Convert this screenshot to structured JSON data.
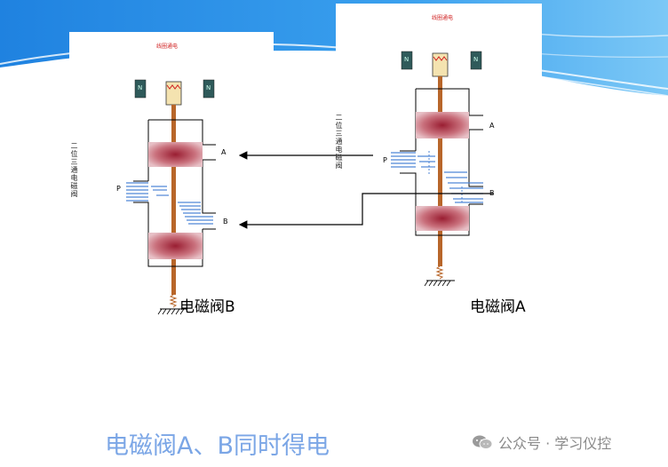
{
  "diagram": {
    "valve_b_label": "电磁阀B",
    "valve_a_label": "电磁阀A",
    "caption": "电磁阀A、B同时得电",
    "side_text": "二位三通电磁阀",
    "small_red_title": "线圈通电",
    "magnet_letter": "N",
    "port_a": "A",
    "port_b": "B",
    "port_p": "P"
  },
  "watermark": {
    "text": "公众号 · 学习仪控"
  },
  "colors": {
    "header_blue": "#2e8fe6",
    "caption_blue": "#7ba6e6",
    "spool_red": "#a8283a",
    "stem_brown": "#b8662a",
    "air_blue": "#4f86d6"
  }
}
